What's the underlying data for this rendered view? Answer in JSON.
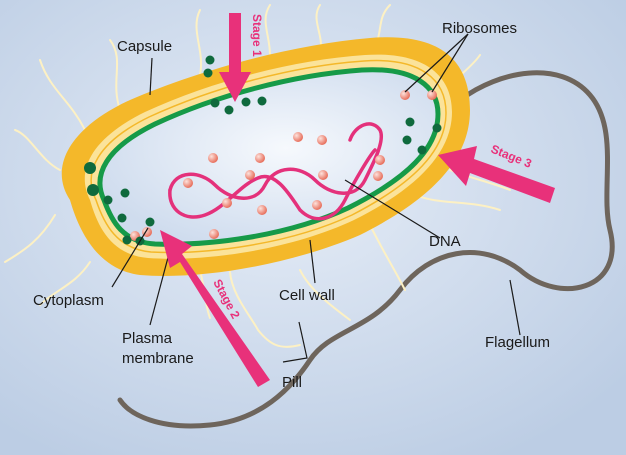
{
  "labels": {
    "capsule": "Capsule",
    "ribosomes": "Ribosomes",
    "dna": "DNA",
    "cytoplasm": "Cytoplasm",
    "plasma_membrane_line1": "Plasma",
    "plasma_membrane_line2": "membrane",
    "cell_wall": "Cell wall",
    "flagellum": "Flagellum",
    "pili": "Pill"
  },
  "stages": {
    "stage1": "Stage 1",
    "stage2": "Stage 2",
    "stage3": "Stage 3"
  },
  "colors": {
    "background": "#c8d6e9",
    "capsule": "#f4b82a",
    "cell_wall": "#fbe39a",
    "plasma_membrane": "#169a48",
    "cytoplasm": "#dde6f3",
    "dna": "#e4317b",
    "ribosome": "#f07f6c",
    "dark_ribosome": "#0f6a3d",
    "arrow": "#e8317a",
    "flagellum": "#6e655c",
    "pili": "#fdf1c4"
  }
}
